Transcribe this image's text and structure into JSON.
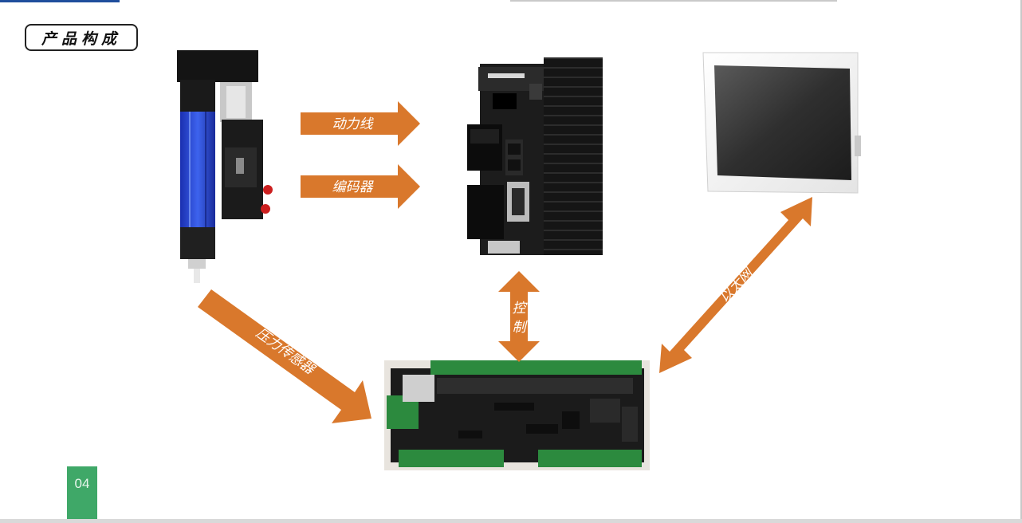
{
  "title": "产品构成",
  "page_number": "04",
  "arrows": {
    "power": "动力线",
    "encoder": "编码器",
    "control_1": "控",
    "control_2": "制",
    "ethernet": "以太网",
    "pressure": "压力传感器"
  },
  "colors": {
    "arrow": "#d9782c",
    "page_badge": "#3fa868",
    "title_border": "#222222",
    "top_accent": "#1f4e9c"
  }
}
